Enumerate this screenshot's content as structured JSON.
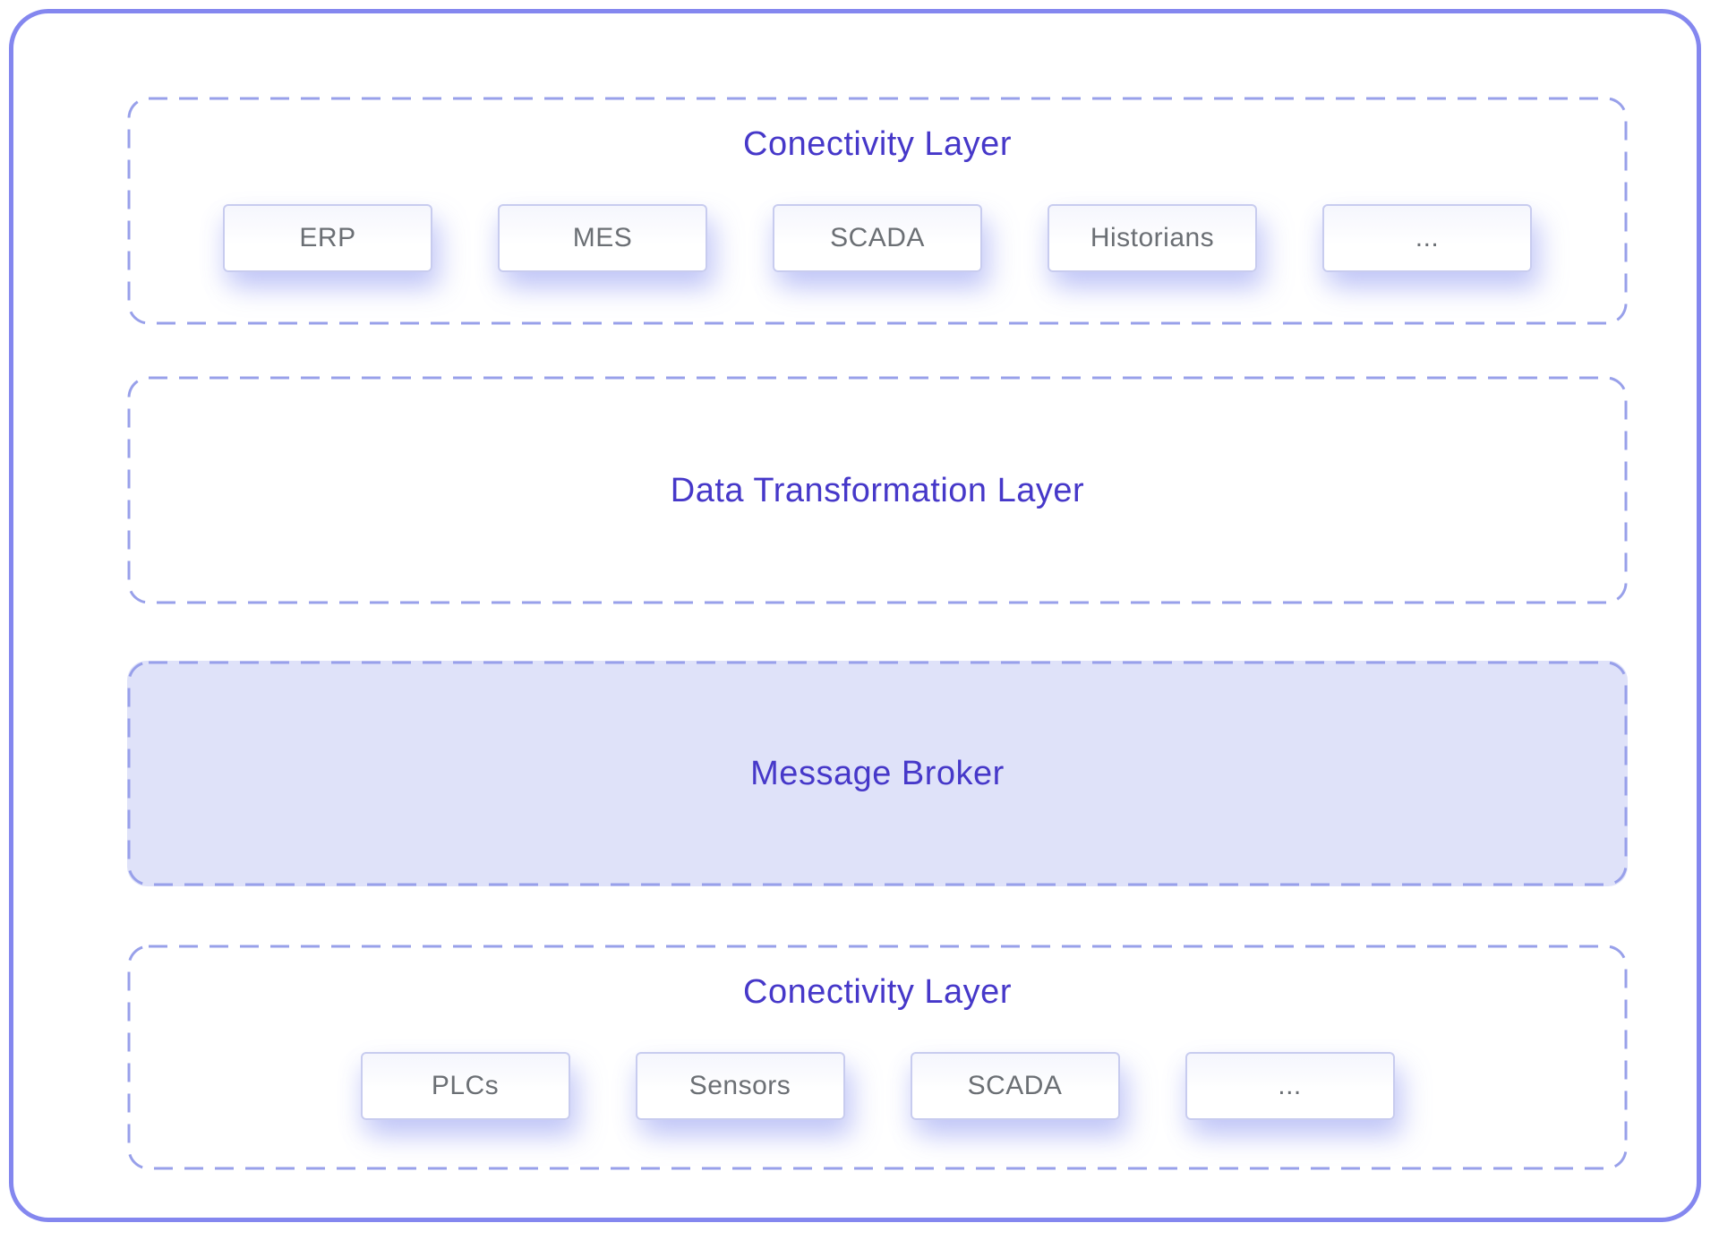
{
  "diagram": {
    "layers": [
      {
        "id": "connectivity-top",
        "title": "Conectivity Layer",
        "boxes": [
          "ERP",
          "MES",
          "SCADA",
          "Historians",
          "..."
        ]
      },
      {
        "id": "data-transformation",
        "title": "Data Transformation Layer",
        "boxes": []
      },
      {
        "id": "message-broker",
        "title": "Message Broker",
        "boxes": []
      },
      {
        "id": "connectivity-bottom",
        "title": "Conectivity Layer",
        "boxes": [
          "PLCs",
          "Sensors",
          "SCADA",
          "..."
        ]
      }
    ]
  },
  "colors": {
    "outer_border": "#8487ef",
    "dashed_border": "#98a0ea",
    "title_text": "#4638c9",
    "box_text": "#6b6f74",
    "box_border": "#c8ccef",
    "message_broker_fill": "#dfe2f9",
    "box_glow": "rgba(126,136,240,0.38)"
  }
}
